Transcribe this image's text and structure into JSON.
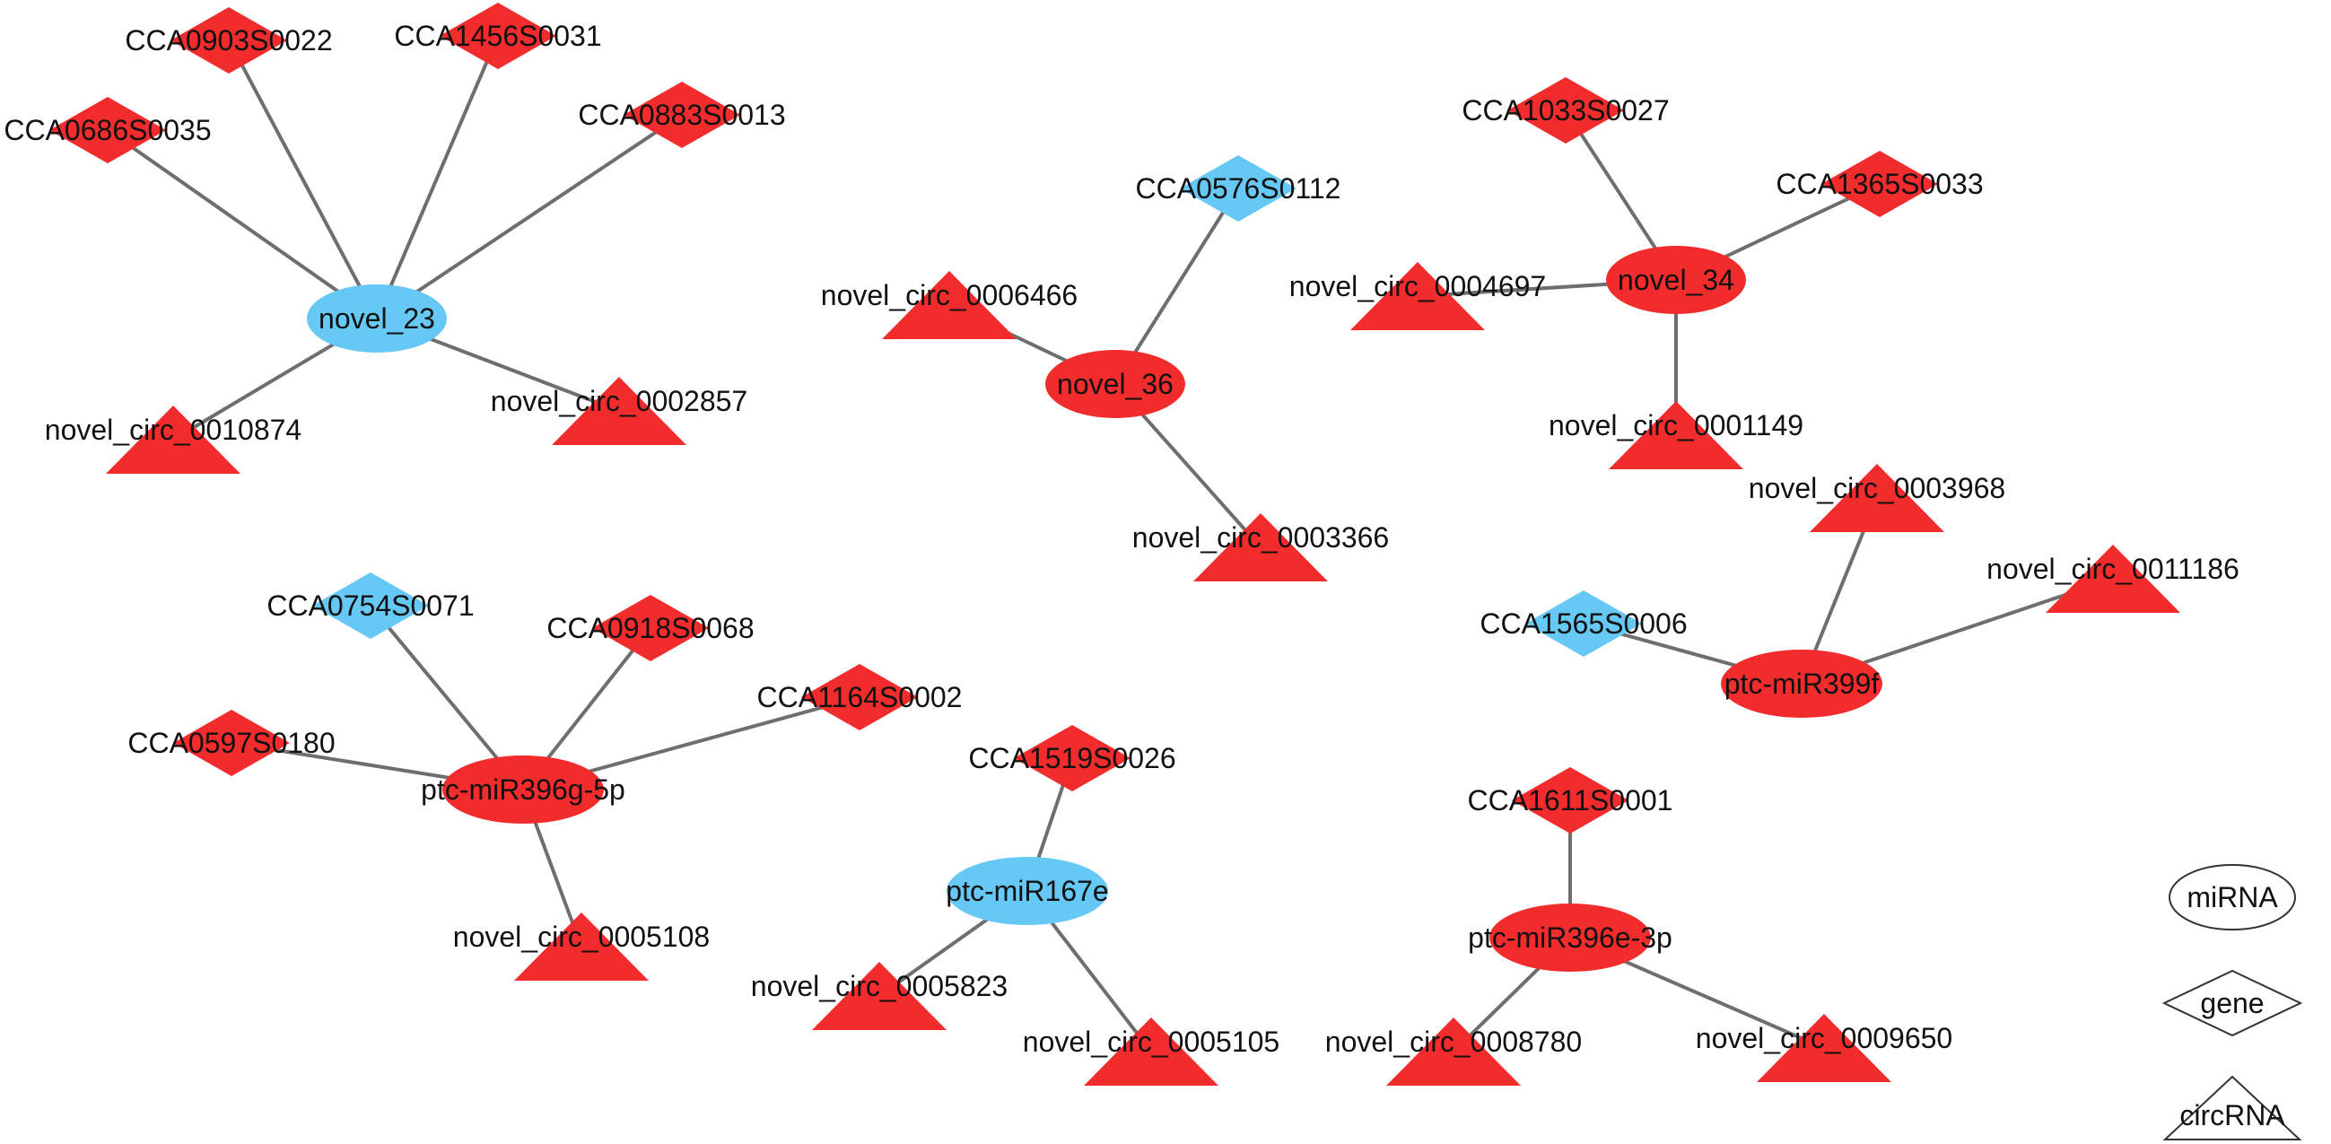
{
  "colors": {
    "red": "#f22c2c",
    "blue": "#66c8f5",
    "edge": "#6e6e6e",
    "text": "#111111"
  },
  "nodes": [
    {
      "id": "n23",
      "label": "novel_23",
      "type": "miRNA",
      "color": "blue"
    },
    {
      "id": "g0903",
      "label": "CCA0903S0022",
      "type": "gene",
      "color": "red"
    },
    {
      "id": "g1456",
      "label": "CCA1456S0031",
      "type": "gene",
      "color": "red"
    },
    {
      "id": "g0686",
      "label": "CCA0686S0035",
      "type": "gene",
      "color": "red"
    },
    {
      "id": "g0883",
      "label": "CCA0883S0013",
      "type": "gene",
      "color": "red"
    },
    {
      "id": "c10874",
      "label": "novel_circ_0010874",
      "type": "circRNA",
      "color": "red"
    },
    {
      "id": "c2857",
      "label": "novel_circ_0002857",
      "type": "circRNA",
      "color": "red"
    },
    {
      "id": "n36",
      "label": "novel_36",
      "type": "miRNA",
      "color": "red"
    },
    {
      "id": "g0576",
      "label": "CCA0576S0112",
      "type": "gene",
      "color": "blue"
    },
    {
      "id": "c6466",
      "label": "novel_circ_0006466",
      "type": "circRNA",
      "color": "red"
    },
    {
      "id": "c3366",
      "label": "novel_circ_0003366",
      "type": "circRNA",
      "color": "red"
    },
    {
      "id": "n34",
      "label": "novel_34",
      "type": "miRNA",
      "color": "red"
    },
    {
      "id": "g1033",
      "label": "CCA1033S0027",
      "type": "gene",
      "color": "red"
    },
    {
      "id": "g1365",
      "label": "CCA1365S0033",
      "type": "gene",
      "color": "red"
    },
    {
      "id": "c4697",
      "label": "novel_circ_0004697",
      "type": "circRNA",
      "color": "red"
    },
    {
      "id": "c1149",
      "label": "novel_circ_0001149",
      "type": "circRNA",
      "color": "red"
    },
    {
      "id": "m399f",
      "label": "ptc-miR399f",
      "type": "miRNA",
      "color": "red"
    },
    {
      "id": "c3968",
      "label": "novel_circ_0003968",
      "type": "circRNA",
      "color": "red"
    },
    {
      "id": "c11186",
      "label": "novel_circ_0011186",
      "type": "circRNA",
      "color": "red"
    },
    {
      "id": "g1565",
      "label": "CCA1565S0006",
      "type": "gene",
      "color": "blue"
    },
    {
      "id": "m396g",
      "label": "ptc-miR396g-5p",
      "type": "miRNA",
      "color": "red"
    },
    {
      "id": "g0754",
      "label": "CCA0754S0071",
      "type": "gene",
      "color": "blue"
    },
    {
      "id": "g0918",
      "label": "CCA0918S0068",
      "type": "gene",
      "color": "red"
    },
    {
      "id": "g1164",
      "label": "CCA1164S0002",
      "type": "gene",
      "color": "red"
    },
    {
      "id": "g0597",
      "label": "CCA0597S0180",
      "type": "gene",
      "color": "red"
    },
    {
      "id": "c5108",
      "label": "novel_circ_0005108",
      "type": "circRNA",
      "color": "red"
    },
    {
      "id": "m167e",
      "label": "ptc-miR167e",
      "type": "miRNA",
      "color": "blue"
    },
    {
      "id": "g1519",
      "label": "CCA1519S0026",
      "type": "gene",
      "color": "red"
    },
    {
      "id": "c5823",
      "label": "novel_circ_0005823",
      "type": "circRNA",
      "color": "red"
    },
    {
      "id": "c5105",
      "label": "novel_circ_0005105",
      "type": "circRNA",
      "color": "red"
    },
    {
      "id": "m396e",
      "label": "ptc-miR396e-3p",
      "type": "miRNA",
      "color": "red"
    },
    {
      "id": "g1611",
      "label": "CCA1611S0001",
      "type": "gene",
      "color": "red"
    },
    {
      "id": "c8780",
      "label": "novel_circ_0008780",
      "type": "circRNA",
      "color": "red"
    },
    {
      "id": "c9650",
      "label": "novel_circ_0009650",
      "type": "circRNA",
      "color": "red"
    }
  ],
  "edges": [
    [
      "n23",
      "g0903"
    ],
    [
      "n23",
      "g1456"
    ],
    [
      "n23",
      "g0686"
    ],
    [
      "n23",
      "g0883"
    ],
    [
      "n23",
      "c10874"
    ],
    [
      "n23",
      "c2857"
    ],
    [
      "n36",
      "g0576"
    ],
    [
      "n36",
      "c6466"
    ],
    [
      "n36",
      "c3366"
    ],
    [
      "n34",
      "g1033"
    ],
    [
      "n34",
      "g1365"
    ],
    [
      "n34",
      "c4697"
    ],
    [
      "n34",
      "c1149"
    ],
    [
      "m399f",
      "c3968"
    ],
    [
      "m399f",
      "c11186"
    ],
    [
      "m399f",
      "g1565"
    ],
    [
      "m396g",
      "g0754"
    ],
    [
      "m396g",
      "g0918"
    ],
    [
      "m396g",
      "g1164"
    ],
    [
      "m396g",
      "g0597"
    ],
    [
      "m396g",
      "c5108"
    ],
    [
      "m167e",
      "g1519"
    ],
    [
      "m167e",
      "c5823"
    ],
    [
      "m167e",
      "c5105"
    ],
    [
      "m396e",
      "g1611"
    ],
    [
      "m396e",
      "c8780"
    ],
    [
      "m396e",
      "c9650"
    ]
  ],
  "legend": [
    {
      "label": "miRNA",
      "shape": "ellipse"
    },
    {
      "label": "gene",
      "shape": "diamond"
    },
    {
      "label": "circRNA",
      "shape": "triangle"
    }
  ]
}
